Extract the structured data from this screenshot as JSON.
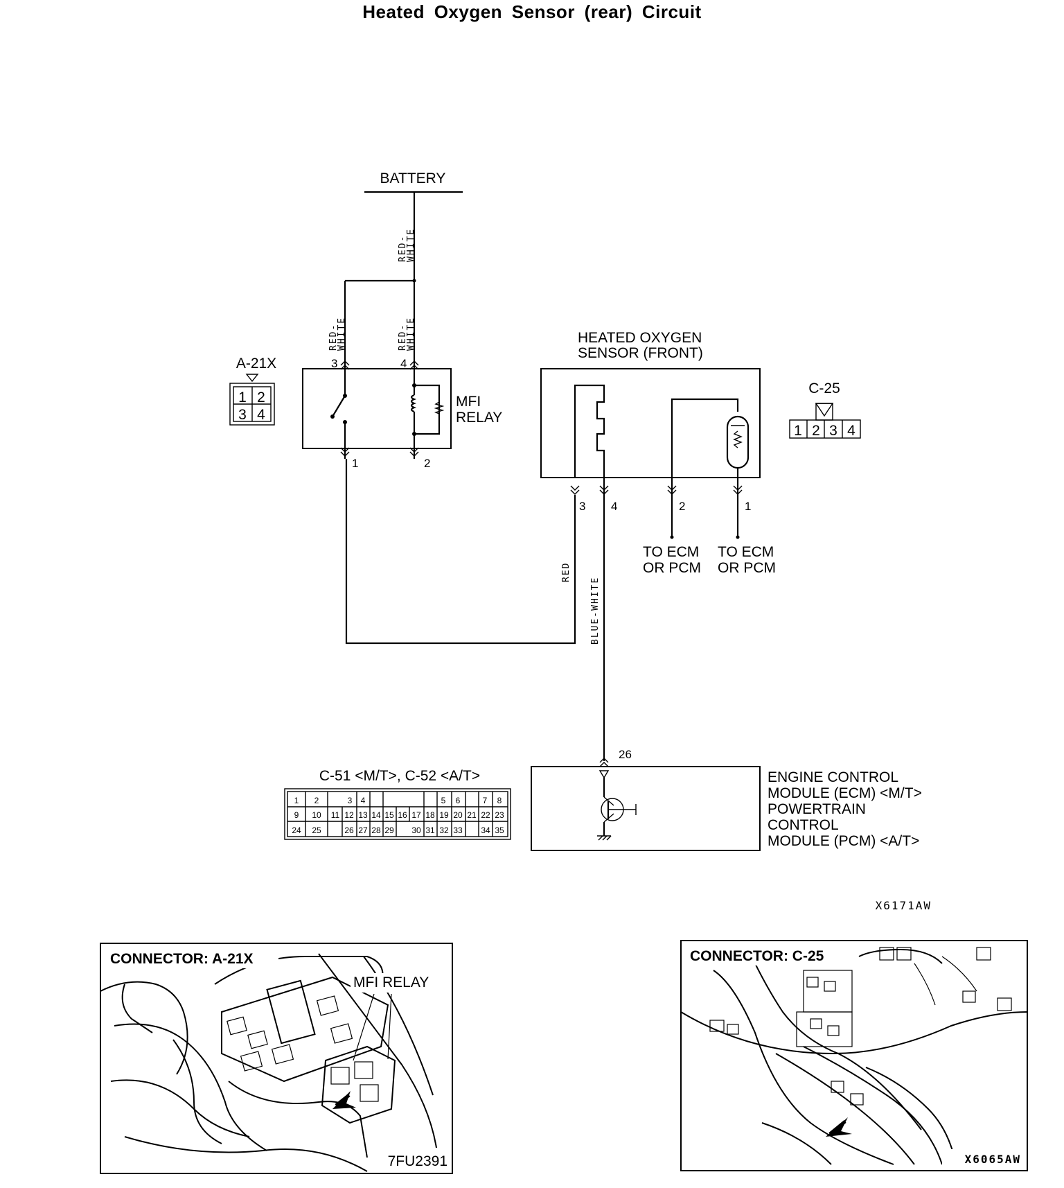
{
  "title": "Heated Oxygen Sensor (rear) Circuit",
  "labels": {
    "battery": "BATTERY",
    "wire_red_white": [
      "RED-",
      "WHITE"
    ],
    "wire_red": "RED",
    "wire_blue_white": "BLUE-WHITE",
    "connector_a21x": "A-21X",
    "mfi_relay": [
      "MFI",
      "RELAY"
    ],
    "hos_front": [
      "HEATED OXYGEN",
      "SENSOR (FRONT)"
    ],
    "connector_c25": "C-25",
    "to_ecm": [
      "TO ECM",
      "OR PCM"
    ],
    "connector_c51_c52": "C-51 <M/T>, C-52 <A/T>",
    "ecm": [
      "ENGINE CONTROL",
      "MODULE (ECM) <M/T>",
      "POWERTRAIN",
      "CONTROL",
      "MODULE (PCM) <A/T>"
    ],
    "figure_code": "X6171AW"
  },
  "pins": {
    "relay": [
      "3",
      "4",
      "1",
      "2"
    ],
    "sensor": [
      "3",
      "4",
      "2",
      "1"
    ],
    "ecm": "26"
  },
  "a21x_cells": [
    "1",
    "2",
    "3",
    "4"
  ],
  "c25_cells": [
    "1",
    "2",
    "3",
    "4"
  ],
  "c51_rows": [
    [
      "1",
      "2",
      "",
      "3",
      "4",
      "",
      "",
      "",
      "5",
      "6",
      "",
      "7",
      "8"
    ],
    [
      "9",
      "10",
      "11",
      "12",
      "13",
      "14",
      "15",
      "16",
      "17",
      "18",
      "19",
      "20",
      "21",
      "22",
      "23"
    ],
    [
      "24",
      "25",
      "",
      "26",
      "27",
      "28",
      "29",
      "",
      "30",
      "31",
      "32",
      "33",
      "",
      "34",
      "35"
    ]
  ],
  "photos": {
    "left": {
      "title": "CONNECTOR: A-21X",
      "callout": "MFI RELAY",
      "code": "7FU2391"
    },
    "right": {
      "title": "CONNECTOR: C-25",
      "code": "X6065AW"
    }
  }
}
